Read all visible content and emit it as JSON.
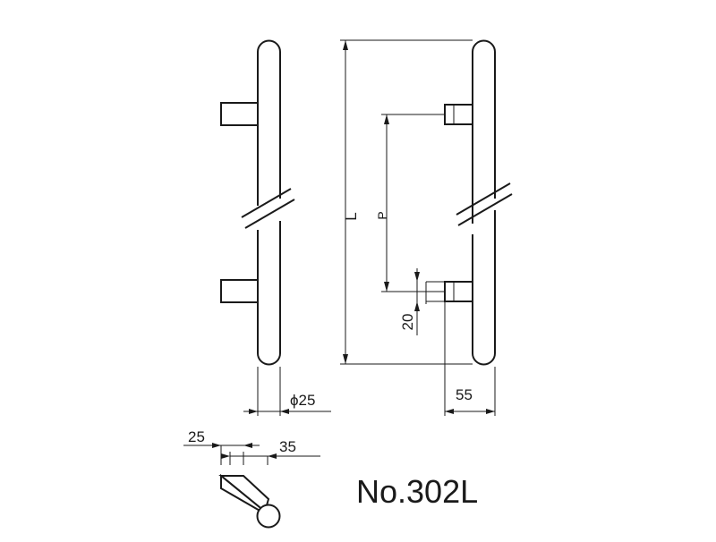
{
  "labels": {
    "dim_L": "L",
    "dim_P": "P",
    "dim_20": "20",
    "dim_diameter": "ϕ25",
    "dim_55": "55",
    "dim_25": "25",
    "dim_35": "35"
  },
  "model_number": "No.302L"
}
